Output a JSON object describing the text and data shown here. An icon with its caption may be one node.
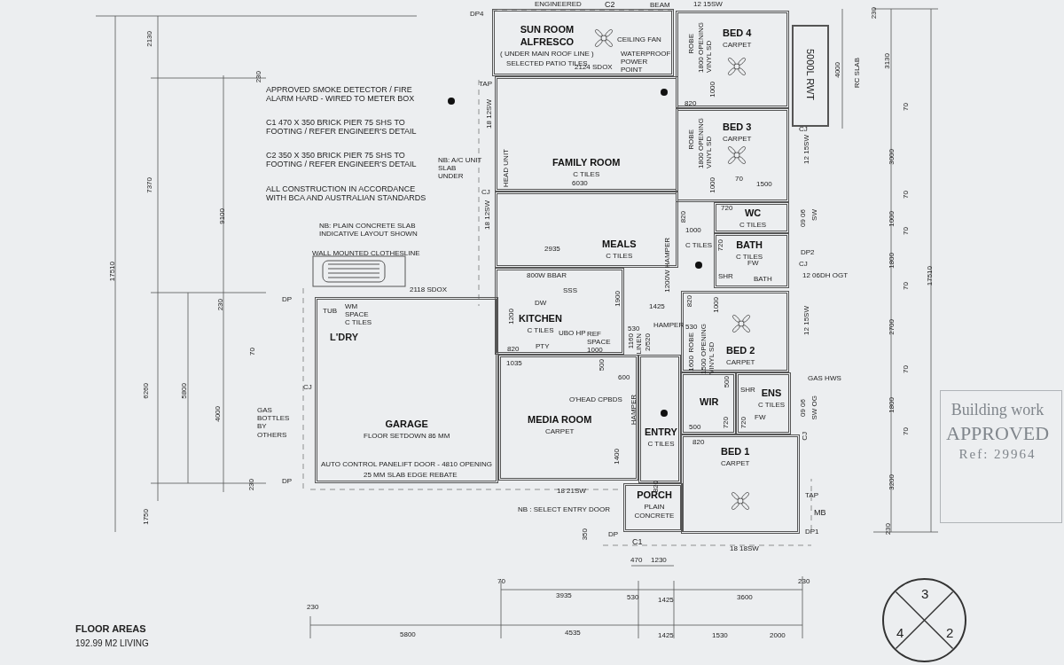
{
  "diagram": {
    "nodes": [
      {
        "text": [
          "SUN ROOM ALFRESCO",
          "( UNDER MAIN ROOF LINE )",
          "SELECTED PATIO TILES"
        ]
      },
      {
        "text": [
          "FAMILY ROOM",
          "C TILES"
        ]
      },
      {
        "text": [
          "MEALS",
          "C TILES"
        ]
      },
      {
        "text": [
          "KITCHEN",
          "C TILES"
        ]
      },
      {
        "text": [
          "GARAGE",
          "FLOOR SETDOWN 86 MM"
        ]
      },
      {
        "text": [
          "MEDIA ROOM",
          "CARPET"
        ]
      },
      {
        "text": [
          "ENTRY",
          "C TILES"
        ]
      },
      {
        "text": [
          "PORCH",
          "PLAIN CONCRETE"
        ]
      },
      {
        "text": [
          "BED 4",
          "CARPET"
        ]
      },
      {
        "text": [
          "BED 3",
          "CARPET"
        ]
      },
      {
        "text": [
          "WC",
          "C TILES"
        ]
      },
      {
        "text": [
          "BATH",
          "C TILES"
        ]
      },
      {
        "text": [
          "BED 2",
          "CARPET"
        ]
      },
      {
        "text": [
          "WIR"
        ]
      },
      {
        "text": [
          "ENS",
          "C TILES"
        ]
      },
      {
        "text": [
          "BED 1",
          "CARPET"
        ]
      },
      {
        "text": [
          "5000L RWT"
        ]
      },
      {
        "text": [
          "Building work",
          "APPROVED",
          "Ref: 29964"
        ]
      },
      {
        "text": [
          "3",
          "4",
          "2"
        ]
      }
    ],
    "labels": [
      "APPROVED SMOKE DETECTOR / FIRE ALARM HARD - WIRED TO METER BOX",
      "C1 470 X 350 BRICK PIER 75 SHS TO FOOTING / REFER ENGINEER'S DETAIL",
      "C2 350 X 350 BRICK PIER 75 SHS TO FOOTING / REFER ENGINEER'S DETAIL",
      "ALL CONSTRUCTION IN ACCORDANCE WITH BCA AND AUSTRALIAN STANDARDS",
      "NB: PLAIN CONCRETE SLAB INDICATIVE LAYOUT SHOWN",
      "WALL MOUNTED CLOTHESLINE",
      "2118 SDOX",
      "NB: A/C UNIT SLAB UNDER",
      "HEAD UNIT",
      "DP4",
      "ENGINEERED",
      "C2",
      "BEAM",
      "CEILING FAN",
      "WATERPROOF POWER POINT",
      "2124 SDOX",
      "TAP",
      "18 12SW",
      "CJ",
      "18 12SW",
      "6030",
      "2935",
      "800W BBAR",
      "SSS",
      "DW",
      "1200",
      "820",
      "PTY",
      "UBO HP",
      "REF SPACE 1000",
      "1900",
      "1200W HAMPER",
      "1425",
      "HAMPER",
      "530",
      "LINEN",
      "1160",
      "2/520",
      "1035",
      "500",
      "600",
      "O'HEAD CPBDS",
      "HAMPER",
      "1400",
      "820",
      "DP",
      "TUB",
      "WM SPACE C TILES",
      "L'DRY",
      "CJ",
      "GAS BOTTLES BY OTHERS",
      "AUTO CONTROL PANELIFT DOOR - 4810 OPENING",
      "25 MM SLAB EDGE REBATE",
      "DP",
      "18 21SW",
      "NB : SELECT ENTRY DOOR",
      "350",
      "DP",
      "C1",
      "470",
      "1230",
      "12 15SW",
      "ROBE",
      "1800 OPENING VINYL SD",
      "1000",
      "820",
      "ROBE",
      "1800 OPENING VINYL SD",
      "1000",
      "820",
      "70",
      "1500",
      "720",
      "1000",
      "C TILES",
      "720",
      "FW",
      "SHR",
      "BATH",
      "1000",
      "820",
      "530",
      "ROBE",
      "1600",
      "1500 OPENING VINYL SD",
      "500",
      "SHR",
      "500",
      "720",
      "720",
      "820",
      "FW",
      "CJ",
      "12 15SW",
      "09 06",
      "SW",
      "DP2",
      "CJ",
      "12 06DH OGT",
      "12 15SW",
      "GAS HWS",
      "09 06",
      "SW OG",
      "CJ",
      "TAP",
      "MB",
      "DP1",
      "18 18SW",
      "4000",
      "RC SLAB",
      "230",
      "3130",
      "70",
      "3000",
      "70",
      "1000",
      "70",
      "1800",
      "70",
      "2700",
      "70",
      "1800",
      "70",
      "3200",
      "230",
      "17510",
      "17510",
      "2130",
      "7370",
      "230",
      "9100",
      "230",
      "6260",
      "5800",
      "70",
      "4000",
      "230",
      "1750",
      "70",
      "3935",
      "530",
      "1425",
      "3600",
      "230",
      "230",
      "5800",
      "4535",
      "1425",
      "1530",
      "2000",
      "FLOOR AREAS",
      "192.99 M2 LIVING"
    ]
  }
}
